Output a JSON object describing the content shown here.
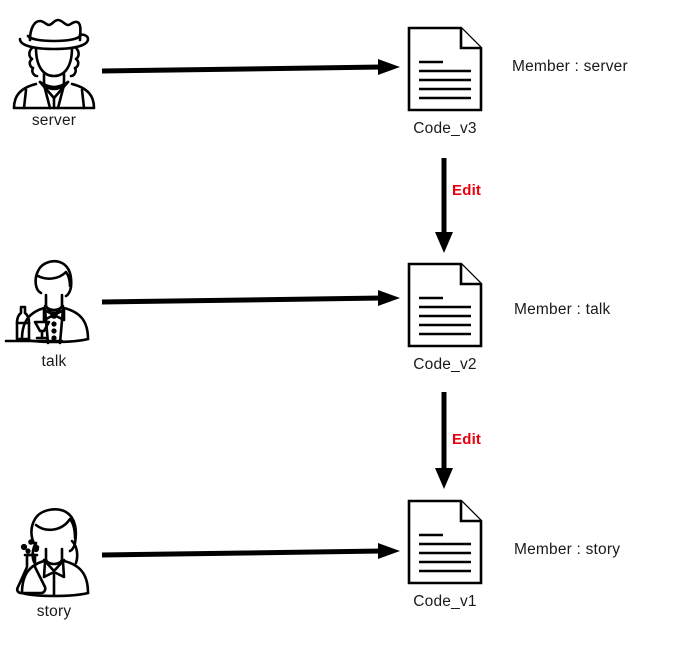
{
  "diagram": {
    "type": "flow-diagram",
    "background_color": "#ffffff",
    "stroke_color": "#000000",
    "accent_color": "#e8000d",
    "rows": [
      {
        "actor": {
          "name": "server",
          "icon": "cowboy-avatar-icon"
        },
        "document": {
          "name": "Code_v3",
          "icon": "document-page-icon"
        },
        "member": "Member : server",
        "arrow": "actor-to-document-arrow"
      },
      {
        "actor": {
          "name": "talk",
          "icon": "bartender-avatar-icon"
        },
        "document": {
          "name": "Code_v2",
          "icon": "document-page-icon"
        },
        "member": "Member : talk",
        "arrow": "actor-to-document-arrow"
      },
      {
        "actor": {
          "name": "story",
          "icon": "scientist-avatar-icon"
        },
        "document": {
          "name": "Code_v1",
          "icon": "document-page-icon"
        },
        "member": "Member : story",
        "arrow": "actor-to-document-arrow"
      }
    ],
    "transitions": [
      {
        "label": "Edit",
        "from": "Code_v3",
        "to": "Code_v2",
        "color": "#e8000d"
      },
      {
        "label": "Edit",
        "from": "Code_v2",
        "to": "Code_v1",
        "color": "#e8000d"
      }
    ]
  }
}
